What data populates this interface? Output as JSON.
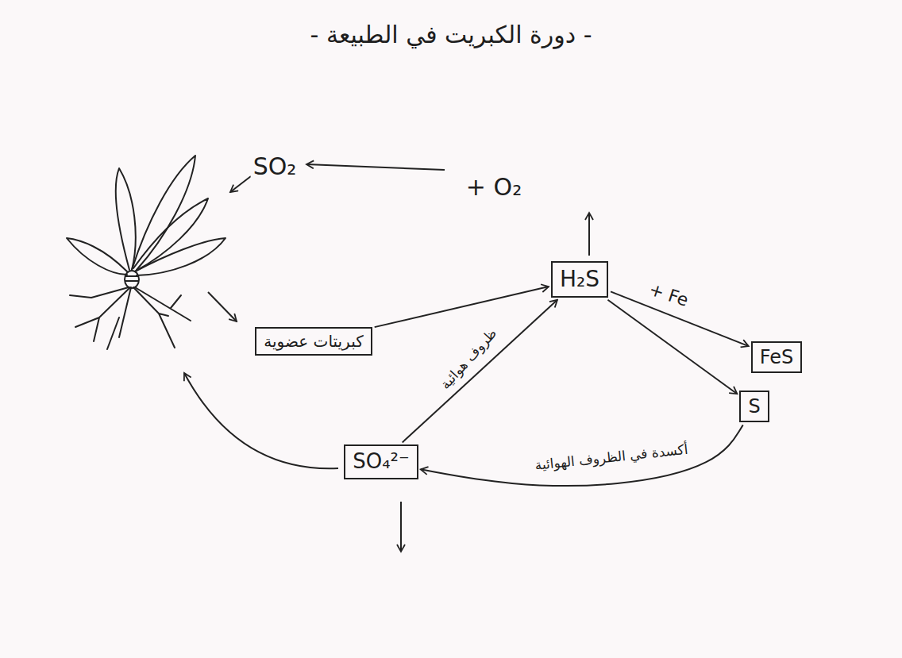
{
  "diagram": {
    "title": "- دورة الكبريت في الطبيعة -",
    "nodes": [
      {
        "text": [
          "H₂S"
        ]
      },
      {
        "text": [
          "كبريتات عضوية"
        ]
      },
      {
        "text": [
          "FeS"
        ]
      },
      {
        "text": [
          "S"
        ]
      },
      {
        "text": [
          "SO₄²⁻"
        ]
      }
    ],
    "edges": [
      {
        "from": 1,
        "to": 0,
        "arrow": "to"
      },
      {
        "from": 4,
        "to": 0,
        "label": "ظروف هوائية",
        "arrow": "to"
      },
      {
        "from": 0,
        "to": 2,
        "label": "+ Fe",
        "arrow": "to"
      },
      {
        "from": 0,
        "to": 3,
        "arrow": "to"
      },
      {
        "from": 3,
        "to": 4,
        "label": "أكسدة في الظروف الهوائية",
        "arrow": "to"
      }
    ],
    "labels": [
      "SO₂",
      "+ O₂"
    ]
  }
}
